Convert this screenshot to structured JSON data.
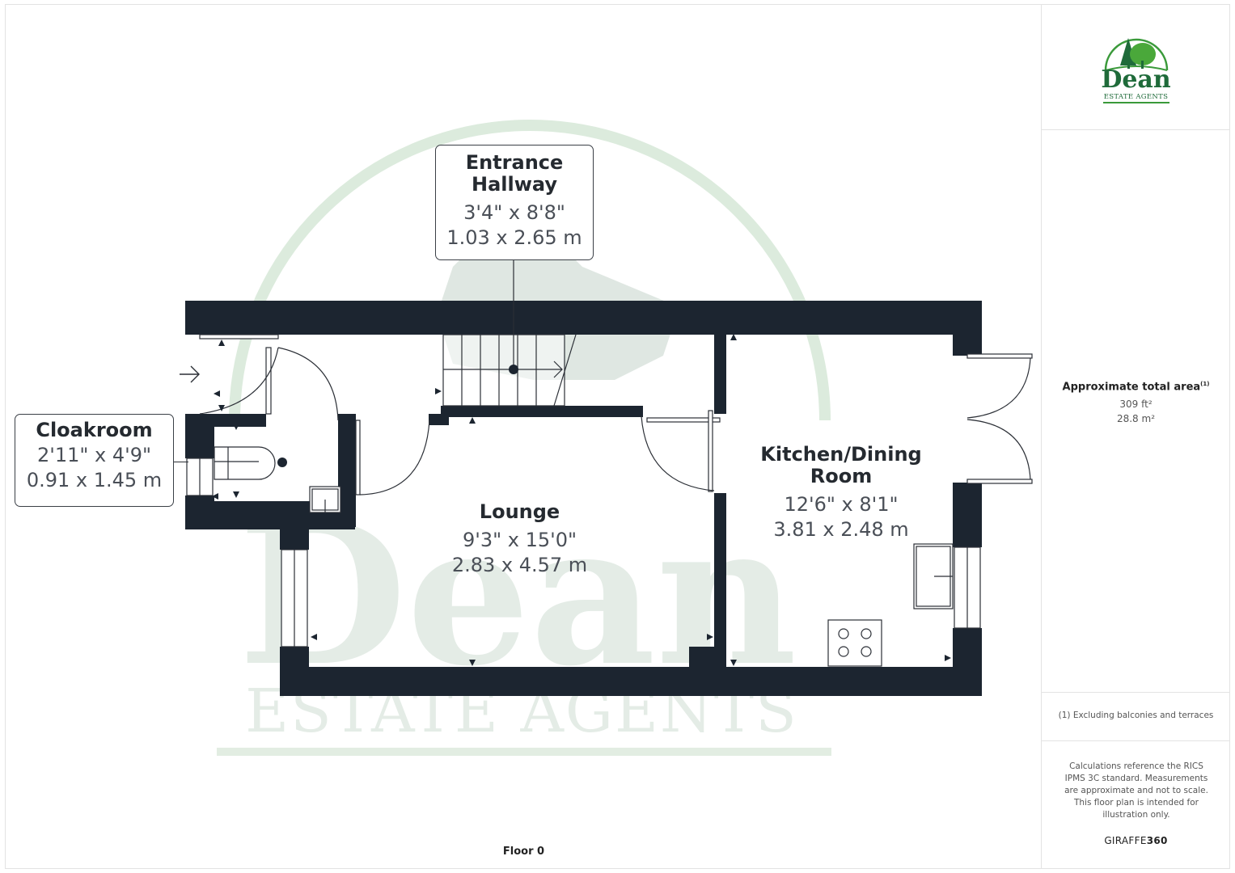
{
  "brand": {
    "logo_name": "Dean",
    "logo_tagline": "ESTATE AGENTS",
    "primary_color": "#1f6b3a",
    "accent_color": "#5aa83c"
  },
  "floor": {
    "label": "Floor 0"
  },
  "rooms": [
    {
      "name": "Entrance Hallway",
      "name_line1": "Entrance",
      "name_line2": "Hallway",
      "imperial": "3'4\" x 8'8\"",
      "metric": "1.03 x 2.65 m"
    },
    {
      "name": "Cloakroom",
      "imperial": "2'11\" x 4'9\"",
      "metric": "0.91 x 1.45 m"
    },
    {
      "name": "Lounge",
      "imperial": "9'3\" x 15'0\"",
      "metric": "2.83 x 4.57 m"
    },
    {
      "name": "Kitchen/Dining Room",
      "name_line1": "Kitchen/Dining",
      "name_line2": "Room",
      "imperial": "12'6\" x 8'1\"",
      "metric": "3.81 x 2.48 m"
    }
  ],
  "summary": {
    "title": "Approximate total area",
    "footnote_marker": "(1)",
    "area_sqft": "309 ft²",
    "area_sqm": "28.8 m²",
    "footnote": "(1) Excluding balconies and terraces",
    "disclaimer": "Calculations reference the RICS IPMS 3C standard. Measurements are approximate and not to scale. This floor plan is intended for illustration only.",
    "provider_prefix": "GIRAFFE",
    "provider_suffix": "360"
  },
  "colors": {
    "wall": "#1c2530",
    "watermark": "#dfe9e2",
    "line": "#2b2f36"
  }
}
